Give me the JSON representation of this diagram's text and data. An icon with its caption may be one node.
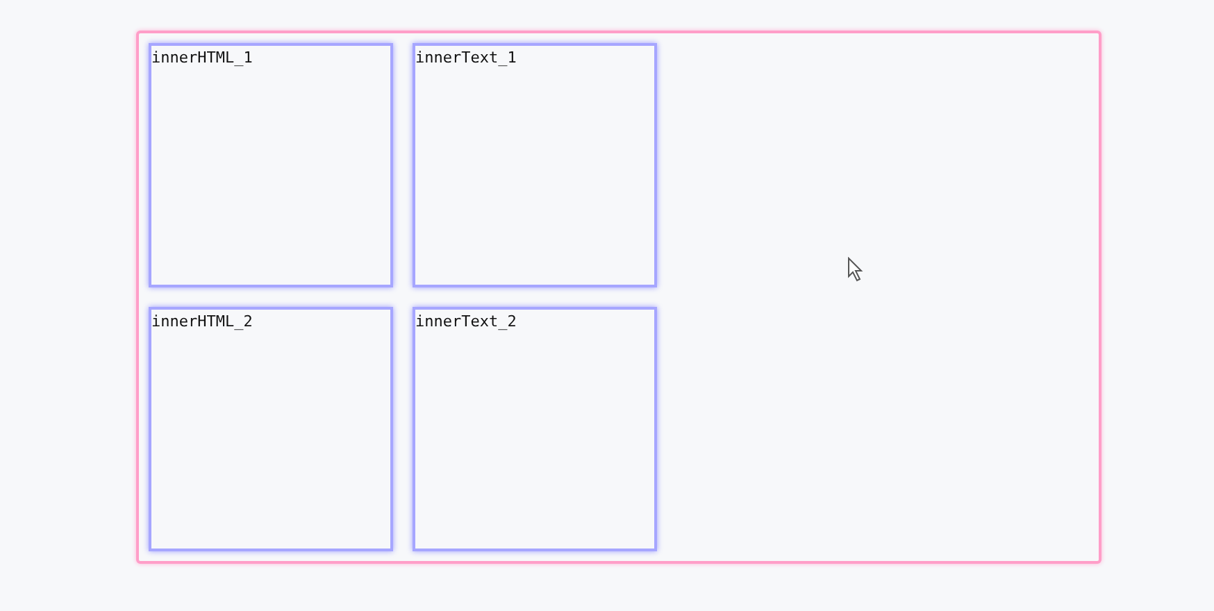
{
  "diagram": {
    "nodes": [
      {
        "text": [],
        "shape": "box"
      },
      {
        "text": [
          "innerHTML_1"
        ],
        "in": 0
      },
      {
        "text": [
          "innerText_1"
        ],
        "in": 0
      },
      {
        "text": [
          "innerHTML_2"
        ],
        "in": 0
      },
      {
        "text": [
          "innerText_2"
        ],
        "in": 0
      }
    ]
  }
}
